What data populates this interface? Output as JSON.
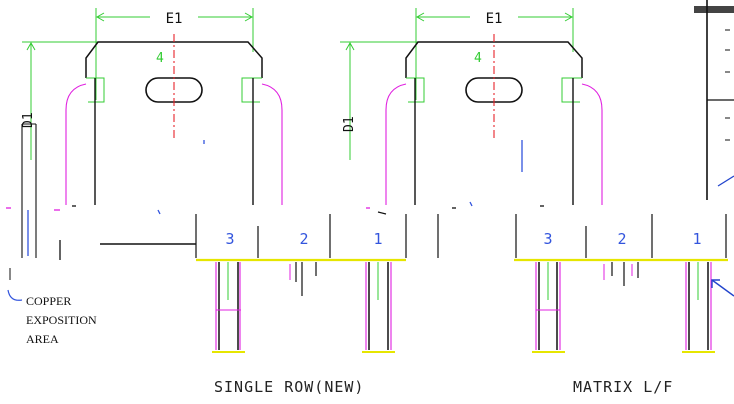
{
  "dimension_labels": {
    "width": "E1",
    "height_left": "D1",
    "height_right": "D1"
  },
  "center_pin_number": "4",
  "pin_numbers": [
    "3",
    "2",
    "1"
  ],
  "copper_note": [
    "COPPER",
    "EXPOSITION",
    "AREA"
  ],
  "captions": {
    "left": "SINGLE ROW(NEW)",
    "right": "MATRIX L/F"
  },
  "colors": {
    "outline": "#111111",
    "dimension": "#33cc33",
    "center_line": "#e8232a",
    "lead_edge": "#e020e0",
    "pin_number": "#3355dd",
    "base_line": "#e6e600",
    "arrow": "#2244cc"
  }
}
